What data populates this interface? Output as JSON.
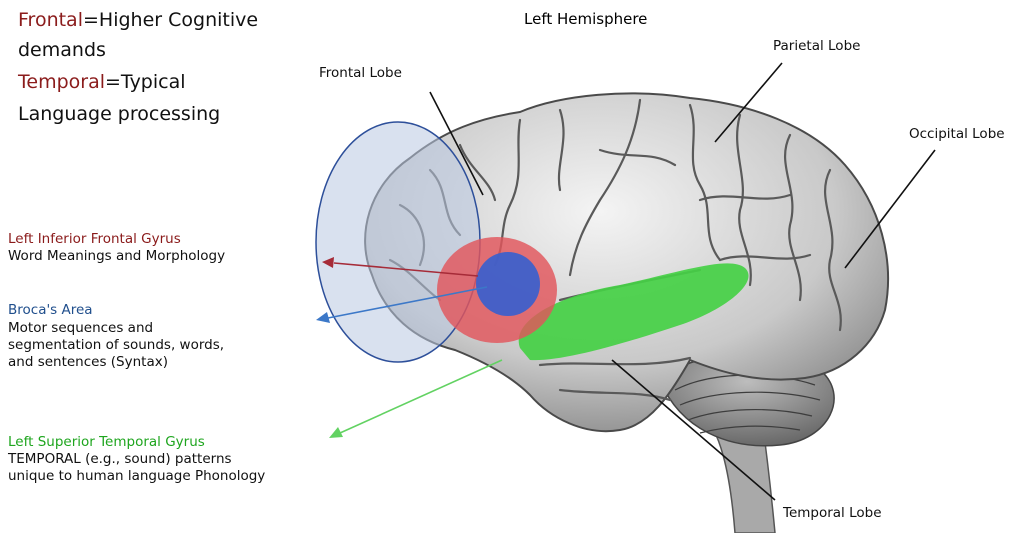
{
  "legend": {
    "line1_colored": "Frontal",
    "line1_rest": "=Higher Cognitive",
    "line2": "demands",
    "line3_colored": "Temporal",
    "line3_rest": "=Typical",
    "line4": "Language processing",
    "colored_hex": "#8b1c1c"
  },
  "title": "Left Hemisphere",
  "lobes": {
    "frontal": "Frontal Lobe",
    "parietal": "Parietal Lobe",
    "occipital": "Occipital Lobe",
    "temporal": "Temporal Lobe"
  },
  "regions": {
    "lifg": {
      "name": "Left Inferior Frontal Gyrus",
      "desc": [
        "Word Meanings and Morphology"
      ],
      "color": "#d9434a"
    },
    "broca": {
      "name": "Broca's Area",
      "desc": [
        "Motor sequences and",
        "segmentation of sounds, words,",
        "and sentences (Syntax)"
      ],
      "color": "#3a5fcd"
    },
    "lstg": {
      "name": "Left Superior Temporal Gyrus",
      "desc": [
        "TEMPORAL (e.g., sound) patterns",
        "unique to human language Phonology"
      ],
      "color": "#45d045"
    }
  }
}
